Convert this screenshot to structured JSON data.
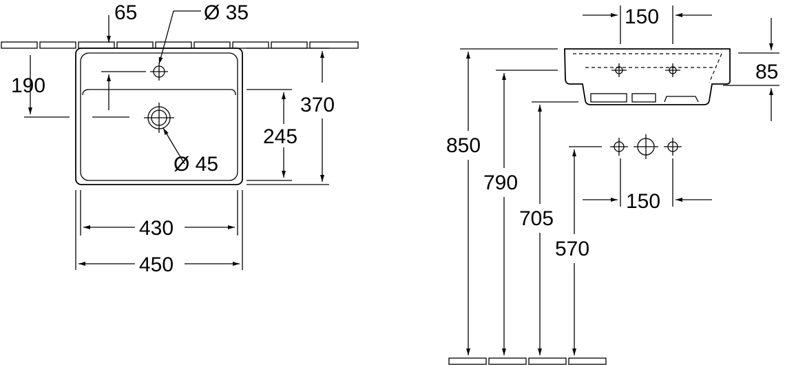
{
  "top_view": {
    "hole_offset": "65",
    "tap_hole_diameter": "Ø 35",
    "hole_depth": "190",
    "basin_depth": "370",
    "inner_depth": "245",
    "waste_diameter": "Ø 45",
    "inner_width": "430",
    "outer_width": "450"
  },
  "side_view": {
    "tap_spacing_top": "150",
    "basin_height": "85",
    "height_rim": "850",
    "height_tap": "790",
    "height_underside": "705",
    "height_connections": "570",
    "connection_spacing": "150"
  }
}
